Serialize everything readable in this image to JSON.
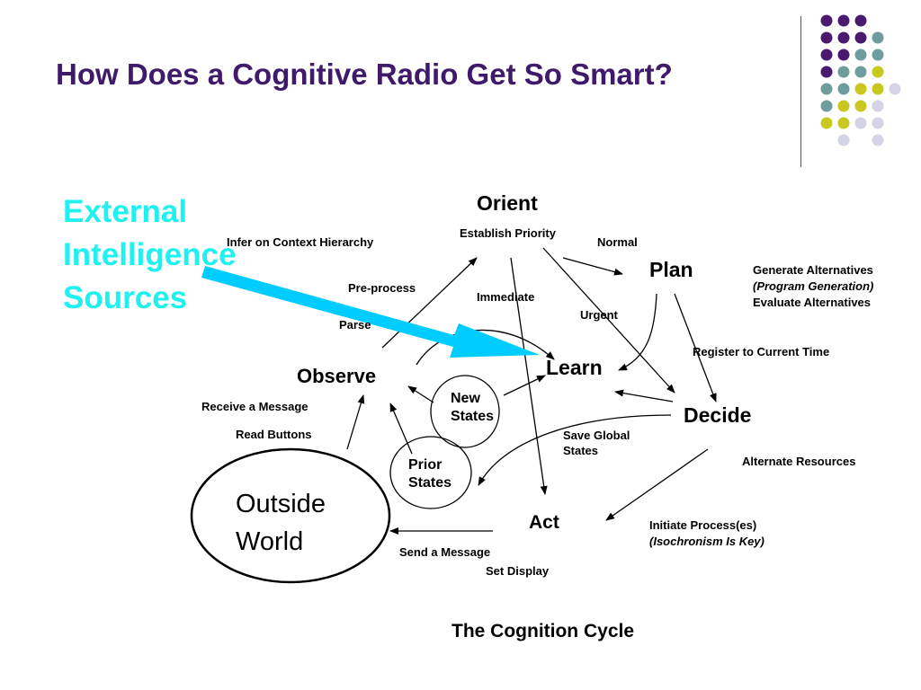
{
  "slide": {
    "title": "How Does a Cognitive Radio Get So Smart?"
  },
  "decoration": {
    "dot_colors": {
      "purple": "#4a1a6e",
      "teal": "#6f9c9c",
      "olive": "#c8c81e",
      "lavender": "#d4d4e6"
    },
    "rule_color": "#555555"
  },
  "external": {
    "lines": [
      "External",
      "Intelligence",
      "Sources"
    ],
    "text_color": "#1ff0f0",
    "arrow_color": "#00ccff"
  },
  "nodes": {
    "orient": "Orient",
    "plan": "Plan",
    "learn": "Learn",
    "observe": "Observe",
    "decide": "Decide",
    "act": "Act",
    "new_states": [
      "New",
      "States"
    ],
    "prior_states": [
      "Prior",
      "States"
    ],
    "outside_world": [
      "Outside",
      "World"
    ]
  },
  "edge_labels": {
    "establish_priority": "Establish Priority",
    "normal": "Normal",
    "infer_on_context": "Infer on Context Hierarchy",
    "pre_process": "Pre-process",
    "immediate": "Immediate",
    "urgent": "Urgent",
    "parse": "Parse",
    "register_time": "Register to Current Time",
    "receive_message": "Receive a Message",
    "read_buttons": "Read Buttons",
    "save_global": [
      "Save Global",
      "States"
    ],
    "alternate_resources": "Alternate Resources",
    "send_message": "Send a Message",
    "set_display": "Set Display"
  },
  "plan_notes": {
    "line1": "Generate Alternatives",
    "line2": "(Program Generation)",
    "line3": "Evaluate Alternatives"
  },
  "act_notes": {
    "line1": "Initiate Process(es)",
    "line2": "(Isochronism Is Key)"
  },
  "caption": "The Cognition Cycle"
}
